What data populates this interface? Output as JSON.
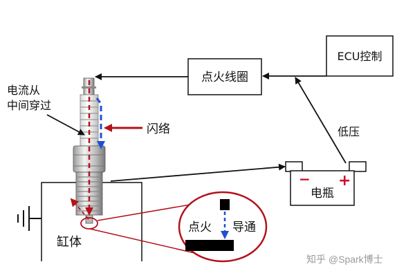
{
  "labels": {
    "ecu": "ECU控制",
    "coil": "点火线圈",
    "current_through_middle_line1": "电流从",
    "current_through_middle_line2": "中间穿过",
    "flashover": "闪络",
    "low_voltage": "低压",
    "battery": "电瓶",
    "cylinder": "缸体",
    "ignition": "点火",
    "conduction": "导通",
    "battery_minus": "−",
    "battery_plus": "+"
  },
  "watermark": "知乎 @Spark博士",
  "colors": {
    "red": "#b3121b",
    "blue": "#1f4fd6",
    "black": "#111111"
  }
}
